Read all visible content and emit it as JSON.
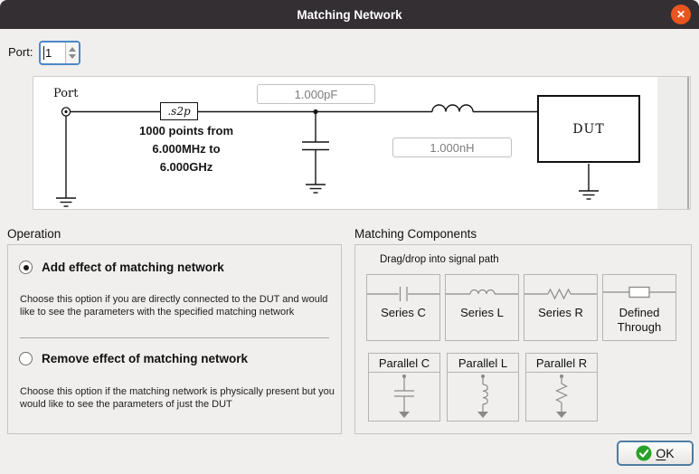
{
  "window": {
    "title": "Matching Network",
    "close_glyph": "✕"
  },
  "port_row": {
    "label": "Port:",
    "value": "1"
  },
  "circuit": {
    "port_label": "Port",
    "s2p_label": ".s2p",
    "points_lines": [
      "1000 points from",
      "6.000MHz to",
      "6.000GHz"
    ],
    "shunt_cap_value": "1.000pF",
    "series_ind_value": "1.000nH",
    "dut_label": "DUT"
  },
  "operation": {
    "heading": "Operation",
    "options": [
      {
        "label": "Add effect of matching network",
        "selected": true,
        "description": "Choose this option if you are directly connected to the DUT and would like to see the parameters with the specified matching network"
      },
      {
        "label": "Remove effect of matching network",
        "selected": false,
        "description": "Choose this option if the matching network is physically present but you would like to see the parameters of just the DUT"
      }
    ]
  },
  "matching_components": {
    "heading": "Matching Components",
    "hint": "Drag/drop into signal path",
    "series": [
      {
        "label": "Series C"
      },
      {
        "label": "Series L"
      },
      {
        "label": "Series R"
      },
      {
        "label": "Defined Through"
      }
    ],
    "parallel": [
      {
        "label": "Parallel C"
      },
      {
        "label": "Parallel L"
      },
      {
        "label": "Parallel R"
      }
    ]
  },
  "footer": {
    "ok_mnemonic": "O",
    "ok_rest": "K"
  },
  "colors": {
    "titlebar": "#332f33",
    "close_button": "#e9541f",
    "accent_blue": "#4b88c8",
    "ok_border": "#4e7ca1",
    "ok_green": "#28a228",
    "background": "#f0efee",
    "canvas": "#ffffff",
    "symbol_gray": "#8a8a8a",
    "value_text": "#7d7d7d"
  }
}
